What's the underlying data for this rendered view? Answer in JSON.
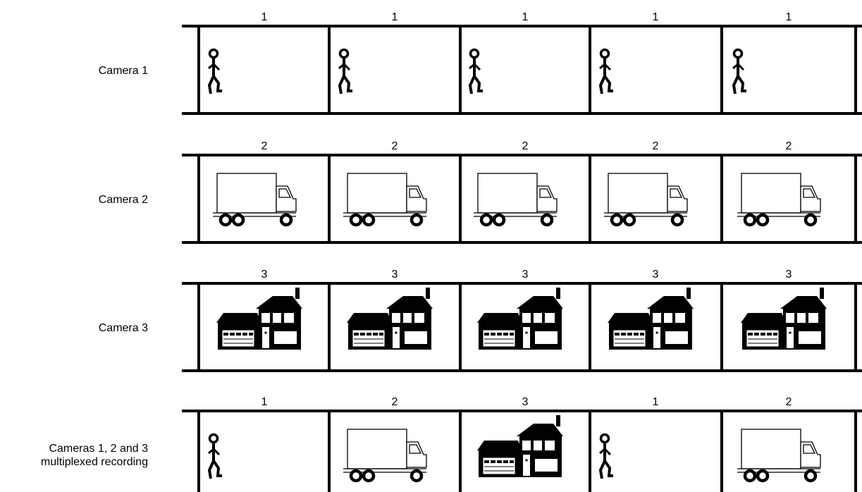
{
  "rows": [
    {
      "label": [
        "Camera 1"
      ],
      "frames": [
        {
          "number": "1",
          "icon": "walking-person"
        },
        {
          "number": "1",
          "icon": "walking-person"
        },
        {
          "number": "1",
          "icon": "walking-person"
        },
        {
          "number": "1",
          "icon": "walking-person"
        },
        {
          "number": "1",
          "icon": "walking-person"
        }
      ]
    },
    {
      "label": [
        "Camera 2"
      ],
      "frames": [
        {
          "number": "2",
          "icon": "truck"
        },
        {
          "number": "2",
          "icon": "truck"
        },
        {
          "number": "2",
          "icon": "truck"
        },
        {
          "number": "2",
          "icon": "truck"
        },
        {
          "number": "2",
          "icon": "truck"
        }
      ]
    },
    {
      "label": [
        "Camera 3"
      ],
      "frames": [
        {
          "number": "3",
          "icon": "house"
        },
        {
          "number": "3",
          "icon": "house"
        },
        {
          "number": "3",
          "icon": "house"
        },
        {
          "number": "3",
          "icon": "house"
        },
        {
          "number": "3",
          "icon": "house"
        }
      ]
    },
    {
      "label": [
        "Cameras 1, 2 and 3",
        "multiplexed recording"
      ],
      "frames": [
        {
          "number": "1",
          "icon": "walking-person"
        },
        {
          "number": "2",
          "icon": "truck"
        },
        {
          "number": "3",
          "icon": "house"
        },
        {
          "number": "1",
          "icon": "walking-person"
        },
        {
          "number": "2",
          "icon": "truck"
        }
      ]
    }
  ]
}
